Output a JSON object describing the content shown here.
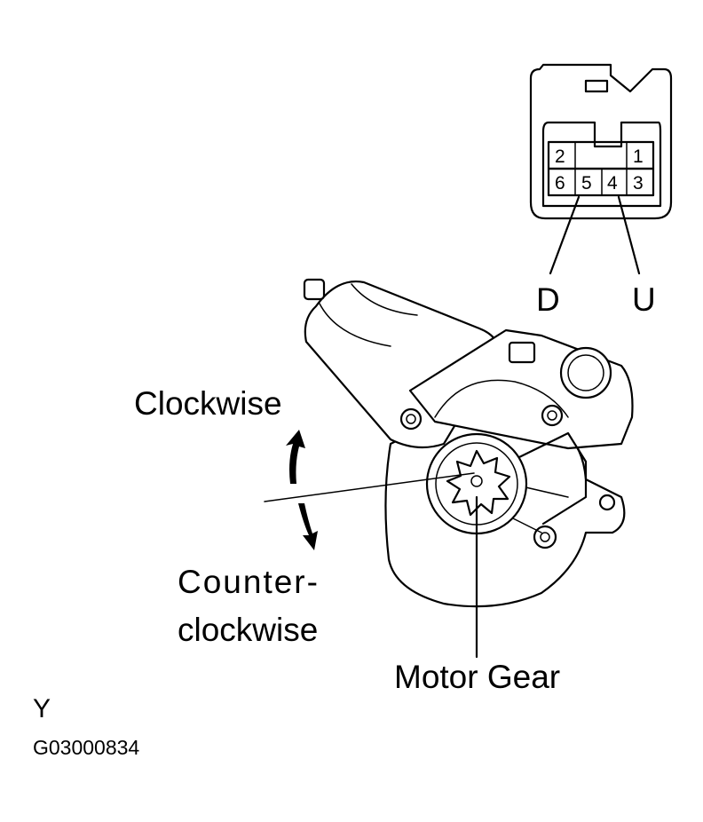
{
  "connector": {
    "pins": {
      "p1": "1",
      "p2": "2",
      "p3": "3",
      "p4": "4",
      "p5": "5",
      "p6": "6"
    },
    "label_d": "D",
    "label_u": "U"
  },
  "labels": {
    "clockwise": "Clockwise",
    "counter_line1": "Counter-",
    "counter_line2": "clockwise",
    "motor_gear": "Motor Gear"
  },
  "footer": {
    "code": "Y",
    "figure_id": "G03000834"
  }
}
